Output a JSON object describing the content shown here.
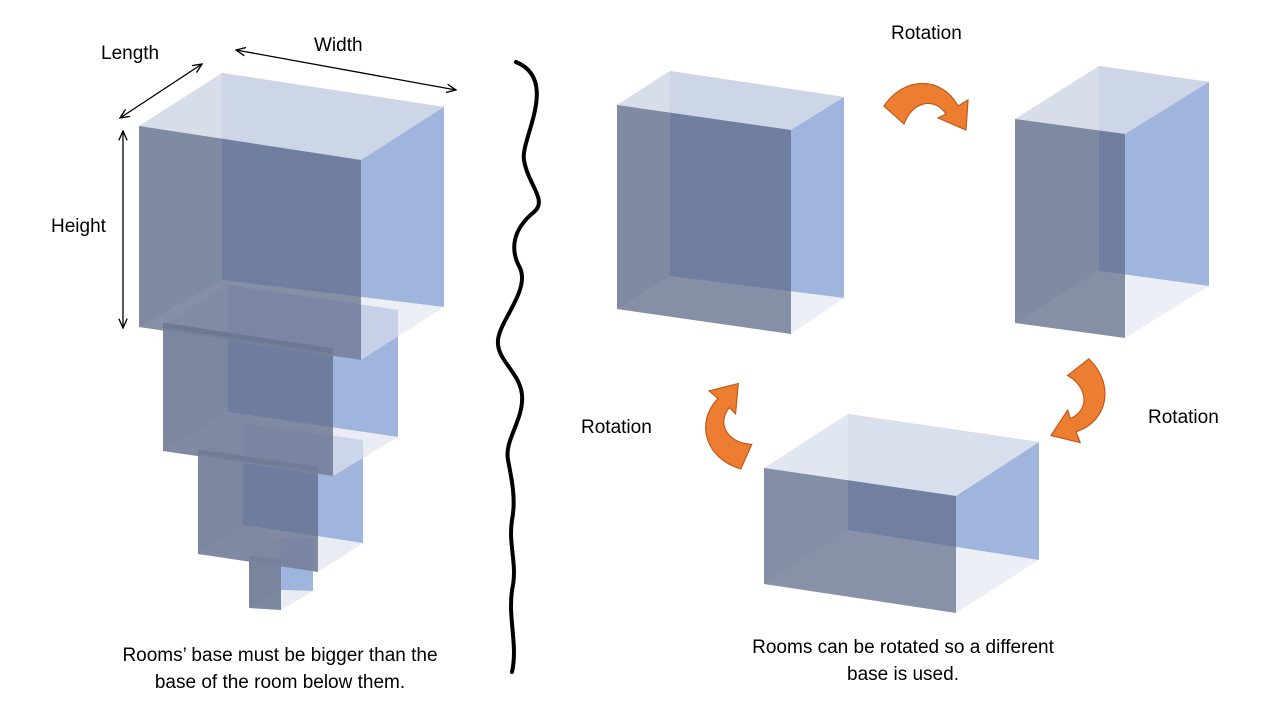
{
  "labels": {
    "length": "Length",
    "width": "Width",
    "height": "Height",
    "rotation_top": "Rotation",
    "rotation_right": "Rotation",
    "rotation_left": "Rotation"
  },
  "captions": {
    "left_line1": "Rooms’ base must be bigger than the",
    "left_line2": "base of the room below them.",
    "right_line1": "Rooms can be rotated so a different",
    "right_line2": "base is used."
  },
  "colors": {
    "box_back_face": "#8fa8d8",
    "box_front_face": "#5d6a88",
    "box_light_face": "#c9d1e2",
    "arrow_fill": "#ed7d31",
    "arrow_stroke": "#c05a1a",
    "divider": "#000000"
  }
}
